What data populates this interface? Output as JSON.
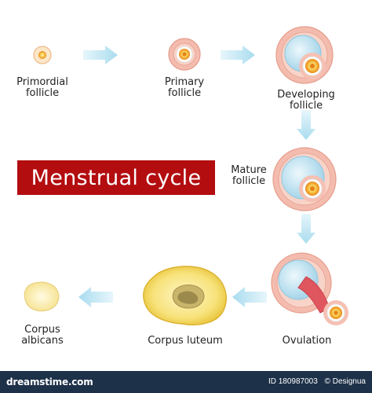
{
  "title": "Menstrual cycle",
  "stages": [
    {
      "id": "primordial",
      "line1": "Primordial",
      "line2": "follicle"
    },
    {
      "id": "primary",
      "line1": "Primary",
      "line2": "follicle"
    },
    {
      "id": "developing",
      "line1": "Developing",
      "line2": "follicle"
    },
    {
      "id": "mature",
      "line1": "Mature",
      "line2": "follicle"
    },
    {
      "id": "ovulation",
      "line1": "Ovulation",
      "line2": ""
    },
    {
      "id": "luteum",
      "line1": "Corpus luteum",
      "line2": ""
    },
    {
      "id": "albicans",
      "line1": "Corpus",
      "line2": "albicans"
    }
  ],
  "footer": {
    "brand": "dreamstime.com",
    "id_label": "ID 180987003",
    "credit": "© Designua"
  },
  "colors": {
    "banner": "#b30d10",
    "arrow": "#bfe6f3",
    "granulosa": "#f3b6a8",
    "antrum": "#cdeaf6",
    "oocyte": "#f39a1f",
    "luteum": "#f6e27a",
    "blood": "#e0565f",
    "footer": "#1d3149"
  }
}
